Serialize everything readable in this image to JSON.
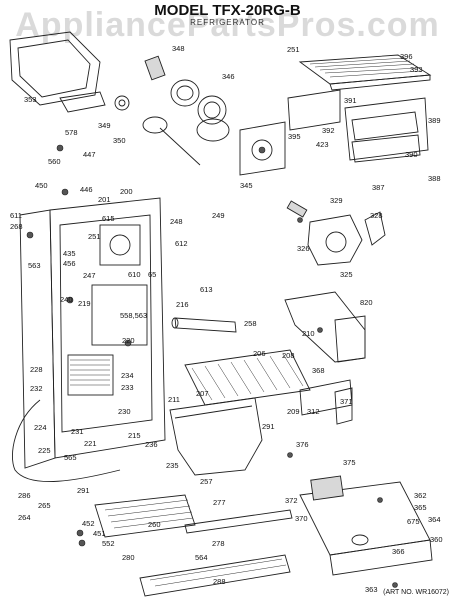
{
  "header": {
    "title": "MODEL TFX-20RG-B",
    "subtitle": "REFRIGERATOR",
    "watermark": "AppliancePartsPros.com"
  },
  "footer": {
    "art_number": "(ART NO. WR16072)"
  },
  "part_labels": [
    "353",
    "348",
    "346",
    "349",
    "350",
    "345",
    "578",
    "447",
    "560",
    "450",
    "446",
    "611",
    "200",
    "201",
    "615",
    "248",
    "249",
    "268",
    "251",
    "563",
    "435",
    "456",
    "247",
    "612",
    "610",
    "65",
    "613",
    "216",
    "240",
    "219",
    "558,563",
    "220",
    "228",
    "232",
    "234",
    "233",
    "230",
    "224",
    "221",
    "231",
    "215",
    "236",
    "225",
    "565",
    "286",
    "264",
    "265",
    "291",
    "260",
    "452",
    "451",
    "552",
    "280",
    "564",
    "278",
    "277",
    "288",
    "251",
    "393",
    "396",
    "391",
    "395",
    "392",
    "423",
    "389",
    "390",
    "387",
    "388",
    "329",
    "328",
    "326",
    "325",
    "820",
    "210",
    "258",
    "206",
    "208",
    "368",
    "207",
    "211",
    "209",
    "312",
    "371",
    "291",
    "235",
    "257",
    "376",
    "375",
    "372",
    "370",
    "362",
    "365",
    "675",
    "364",
    "360",
    "366",
    "363"
  ]
}
